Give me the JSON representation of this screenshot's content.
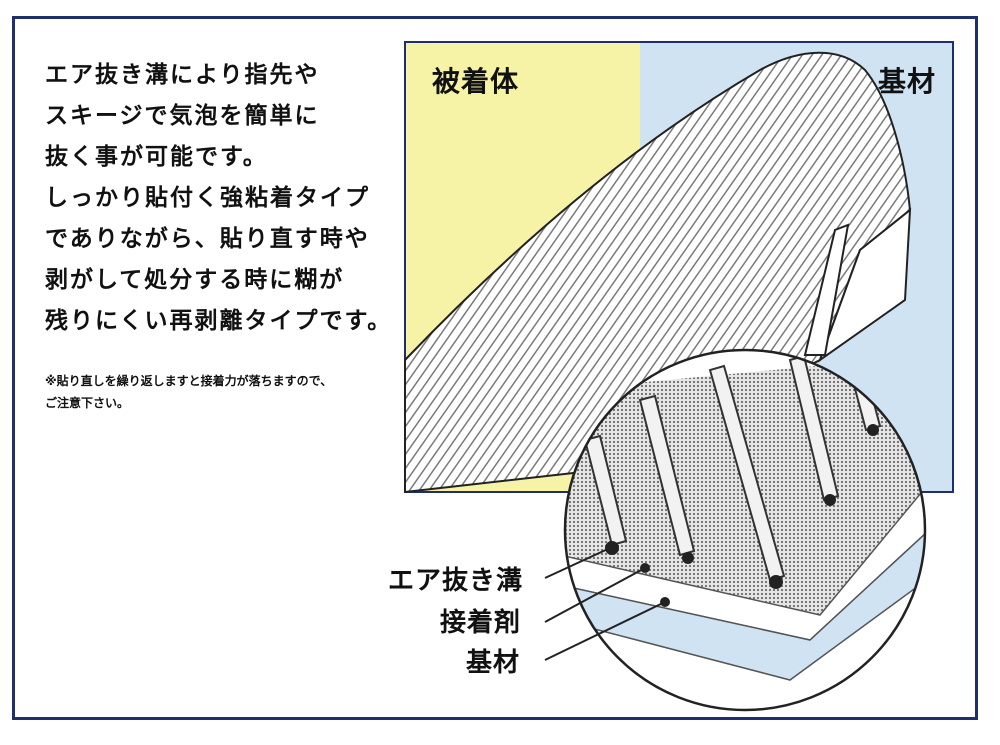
{
  "description": {
    "lines": [
      "エア抜き溝により指先や",
      "スキージで気泡を簡単に",
      "抜く事が可能です。",
      "しっかり貼付く強粘着タイプ",
      "でありながら、貼り直す時や",
      "剥がして処分する時に糊が",
      "残りにくい再剥離タイプです。"
    ],
    "note_lines": [
      "※貼り直しを繰り返しますと接着力が落ちますので、",
      "ご注意下さい。"
    ]
  },
  "diagram": {
    "label_adherend": "被着体",
    "label_substrate_top": "基材",
    "callouts": {
      "air_groove": "エア抜き溝",
      "adhesive": "接着剤",
      "substrate": "基材"
    },
    "colors": {
      "adherend_bg": "#f6f3a6",
      "substrate_bg": "#cfe3f3",
      "frame": "#1f2f6e",
      "stripe": "#7a7a7a"
    }
  }
}
